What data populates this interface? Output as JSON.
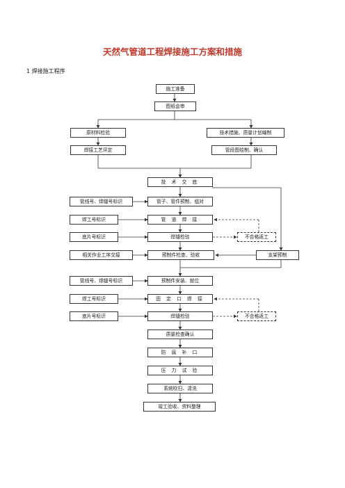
{
  "document": {
    "title": "天然气管道工程焊接施工方案和措施",
    "section_heading": "1 焊接施工程序"
  },
  "flow": {
    "prep": "施工准备",
    "drawing_review": "图纸会审",
    "material_check": "原材料检验",
    "tech_quality_plan": "技术措施、质量计划编制",
    "weld_procedure": "焊接工艺评定",
    "segment_drawing": "管段图绘制、确认",
    "tech_briefing": "技 术 交 底",
    "line_weld_id_1": "管线号、焊缝号标识",
    "prefab_assembly": "管子、管件预制、组对",
    "welder_id_1": "焊工号标识",
    "pipe_welding": "管 道 焊 接",
    "film_id_1": "底片号标识",
    "weld_inspection_1": "焊缝检验",
    "nonconforming_1": "不合格返工",
    "related_handover": "相关作业工序交接",
    "prefab_inspection": "预制件检查、验收",
    "support_prefab": "支架预制",
    "line_weld_id_2": "管线号、焊缝号标识",
    "prefab_install": "预制件安装、就位",
    "welder_id_2": "焊工号标识",
    "fixed_welding": "固 定 口 焊 接",
    "film_id_2": "底片号标识",
    "weld_inspection_2": "焊缝检验",
    "nonconforming_2": "不合格返工",
    "quality_confirm": "质量检查确认",
    "anticorrosion": "防 腐 补 口",
    "pressure_test": "压 力 试 验",
    "purge_clean": "系统吹扫、清洗",
    "completion": "竣工验收、资料整理"
  },
  "colors": {
    "title": "#c0392b",
    "line": "#333333"
  }
}
